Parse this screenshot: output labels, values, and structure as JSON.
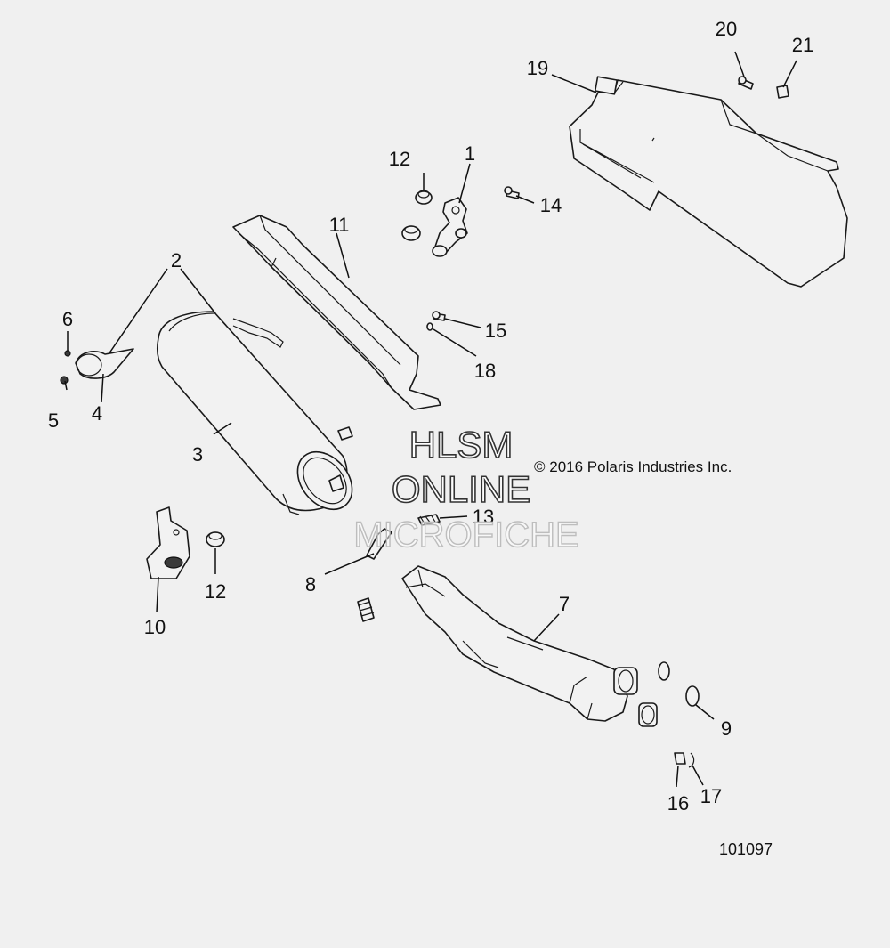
{
  "callouts": {
    "c1": "1",
    "c2": "2",
    "c3": "3",
    "c4": "4",
    "c5": "5",
    "c6": "6",
    "c7": "7",
    "c8": "8",
    "c9": "9",
    "c10": "10",
    "c11": "11",
    "c12a": "12",
    "c12b": "12",
    "c13": "13",
    "c14": "14",
    "c15": "15",
    "c16": "16",
    "c17": "17",
    "c18": "18",
    "c19": "19",
    "c20": "20",
    "c21": "21"
  },
  "copyright": "© 2016 Polaris Industries Inc.",
  "document_number": "101097",
  "watermark": {
    "line1": "HLSM",
    "line2": "ONLINE",
    "line3": "MICROFICHE"
  },
  "colors": {
    "background": "#f0f0f0",
    "line": "#1a1a1a",
    "part_fill": "#f2f2f2"
  }
}
